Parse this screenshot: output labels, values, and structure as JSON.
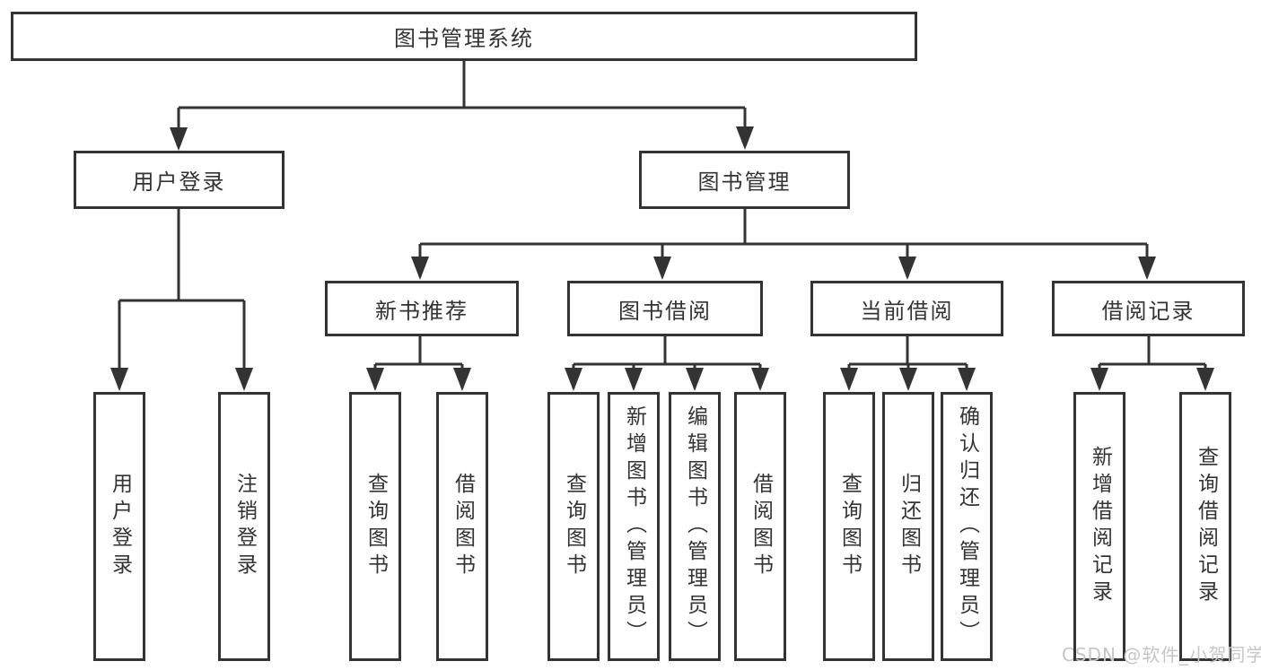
{
  "diagram": {
    "root": {
      "label": "图书管理系统"
    },
    "level2": [
      {
        "id": "user-login",
        "label": "用户登录",
        "parent": "root"
      },
      {
        "id": "book-management",
        "label": "图书管理",
        "parent": "root"
      }
    ],
    "level3": [
      {
        "id": "new-book-recommend",
        "label": "新书推荐",
        "parent": "book-management"
      },
      {
        "id": "book-borrowing",
        "label": "图书借阅",
        "parent": "book-management"
      },
      {
        "id": "current-borrowing",
        "label": "当前借阅",
        "parent": "book-management"
      },
      {
        "id": "borrowing-records",
        "label": "借阅记录",
        "parent": "book-management"
      }
    ],
    "leaves": [
      {
        "id": "user-login-leaf",
        "label": "用户登录",
        "parent": "user-login"
      },
      {
        "id": "logout",
        "label": "注销登录",
        "parent": "user-login"
      },
      {
        "id": "query-books-recommend",
        "label": "查询图书",
        "parent": "new-book-recommend"
      },
      {
        "id": "borrow-books-recommend",
        "label": "借阅图书",
        "parent": "new-book-recommend"
      },
      {
        "id": "query-books-borrowing",
        "label": "查询图书",
        "parent": "book-borrowing"
      },
      {
        "id": "add-books-admin",
        "label": "新增图书（管理员）",
        "parent": "book-borrowing"
      },
      {
        "id": "edit-books-admin",
        "label": "编辑图书（管理员）",
        "parent": "book-borrowing"
      },
      {
        "id": "borrow-books-borrowing",
        "label": "借阅图书",
        "parent": "book-borrowing"
      },
      {
        "id": "query-books-current",
        "label": "查询图书",
        "parent": "current-borrowing"
      },
      {
        "id": "return-books",
        "label": "归还图书",
        "parent": "current-borrowing"
      },
      {
        "id": "confirm-return-admin",
        "label": "确认归还（管理员）",
        "parent": "current-borrowing"
      },
      {
        "id": "add-borrow-record",
        "label": "新增借阅记录",
        "parent": "borrowing-records"
      },
      {
        "id": "query-borrow-record",
        "label": "查询借阅记录",
        "parent": "borrowing-records"
      }
    ]
  },
  "watermark": {
    "text": "CSDN @软件_小贺同学"
  },
  "colors": {
    "line": "#333333",
    "text": "#333333",
    "box_background": "#ffffff",
    "watermark": "#c6c6c6",
    "background": "#ffffff"
  }
}
